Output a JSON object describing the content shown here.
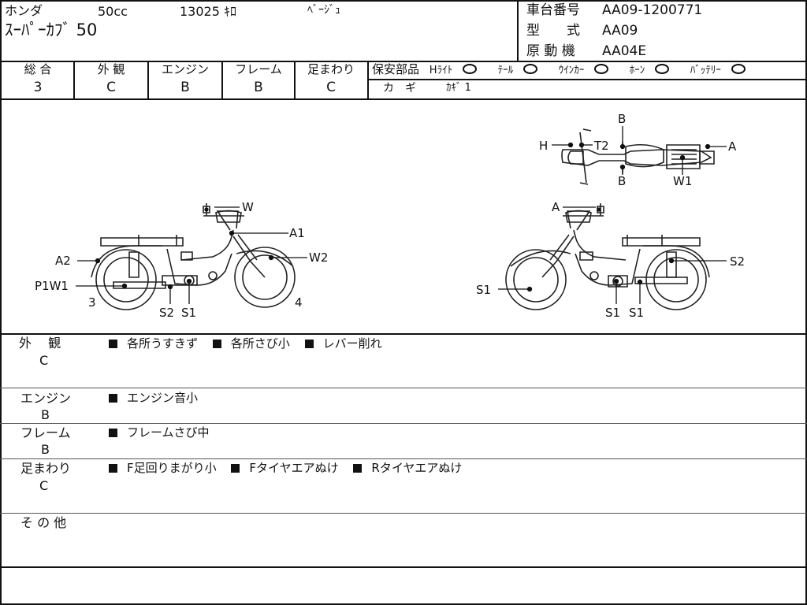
{
  "header": {
    "maker": "ホンダ",
    "displacement": "50cc",
    "mileage": "13025 ｷﾛ",
    "color": "ﾍﾞｰｼﾞｭ",
    "model_name": "ｽｰﾊﾟｰｶﾌﾞ 50",
    "frame_no_label": "車台番号",
    "frame_no": "AA09-1200771",
    "type_label": "型　　式",
    "type_value": "AA09",
    "engine_label": "原 動 機",
    "engine_value": "AA04E"
  },
  "grades": [
    {
      "label": "総 合",
      "value": "3"
    },
    {
      "label": "外 観",
      "value": "C"
    },
    {
      "label": "エンジン",
      "value": "B"
    },
    {
      "label": "フレーム",
      "value": "B"
    },
    {
      "label": "足まわり",
      "value": "C"
    }
  ],
  "safety": {
    "label": "保安部品",
    "items": [
      {
        "name": "Hﾗｲﾄ",
        "status": "O"
      },
      {
        "name": "ﾃｰﾙ",
        "status": "O"
      },
      {
        "name": "ｳｲﾝｶｰ",
        "status": "O"
      },
      {
        "name": "ﾎｰﾝ",
        "status": "O"
      },
      {
        "name": "ﾊﾞｯﾃﾘｰ",
        "status": "O"
      }
    ],
    "key_label": "カ　ギ",
    "key_value": "ｶｷﾞ 1"
  },
  "diagram": {
    "left_labels": {
      "w": "W",
      "a1": "A1",
      "w2": "W2",
      "a2": "A2",
      "p1w1": "P1W1",
      "s2": "S2",
      "s1": "S1",
      "n3": "3",
      "n4": "4"
    },
    "right_labels": {
      "a": "A",
      "s2": "S2",
      "s1": "S1",
      "s1b": "S1",
      "s1c": "S1"
    },
    "top_labels": {
      "b_top": "B",
      "h": "H",
      "t2": "T2",
      "a": "A",
      "b_bottom": "B",
      "w1": "W1"
    }
  },
  "sections": [
    {
      "title": "外　 観",
      "grade": "C",
      "notes": [
        "各所うすきず",
        "各所さび小",
        "レバー削れ"
      ]
    },
    {
      "title": "エンジン",
      "grade": "B",
      "notes": [
        "エンジン音小"
      ]
    },
    {
      "title": "フレーム",
      "grade": "B",
      "notes": [
        "フレームさび中"
      ]
    },
    {
      "title": "足まわり",
      "grade": "C",
      "notes": [
        "F足回りまがり小",
        "Fタイヤエアぬけ",
        "Rタイヤエアぬけ"
      ]
    },
    {
      "title": "そ の 他",
      "grade": "",
      "notes": []
    }
  ]
}
